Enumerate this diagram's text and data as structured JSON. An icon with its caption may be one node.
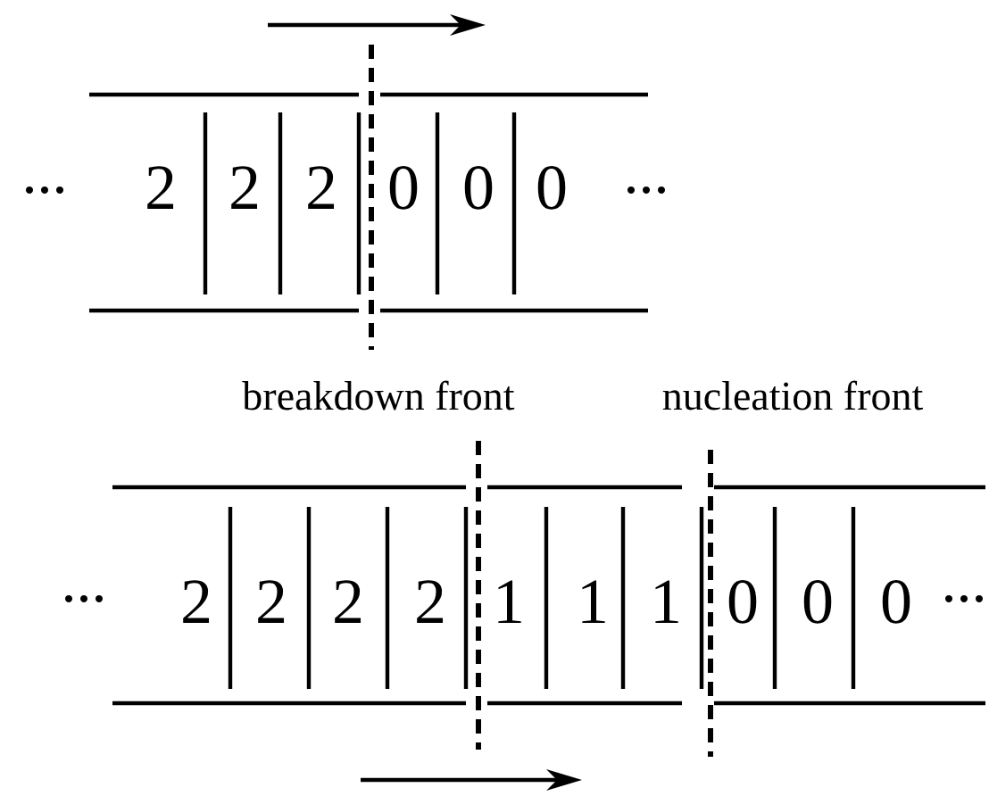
{
  "diagram": {
    "labels": [
      "...",
      "2",
      "2",
      "2",
      "0",
      "0",
      "0",
      "...",
      "breakdown front",
      "nucleation front",
      "...",
      "2",
      "2",
      "2",
      "2",
      "1",
      "1",
      "1",
      "0",
      "0",
      "0",
      "..."
    ]
  }
}
